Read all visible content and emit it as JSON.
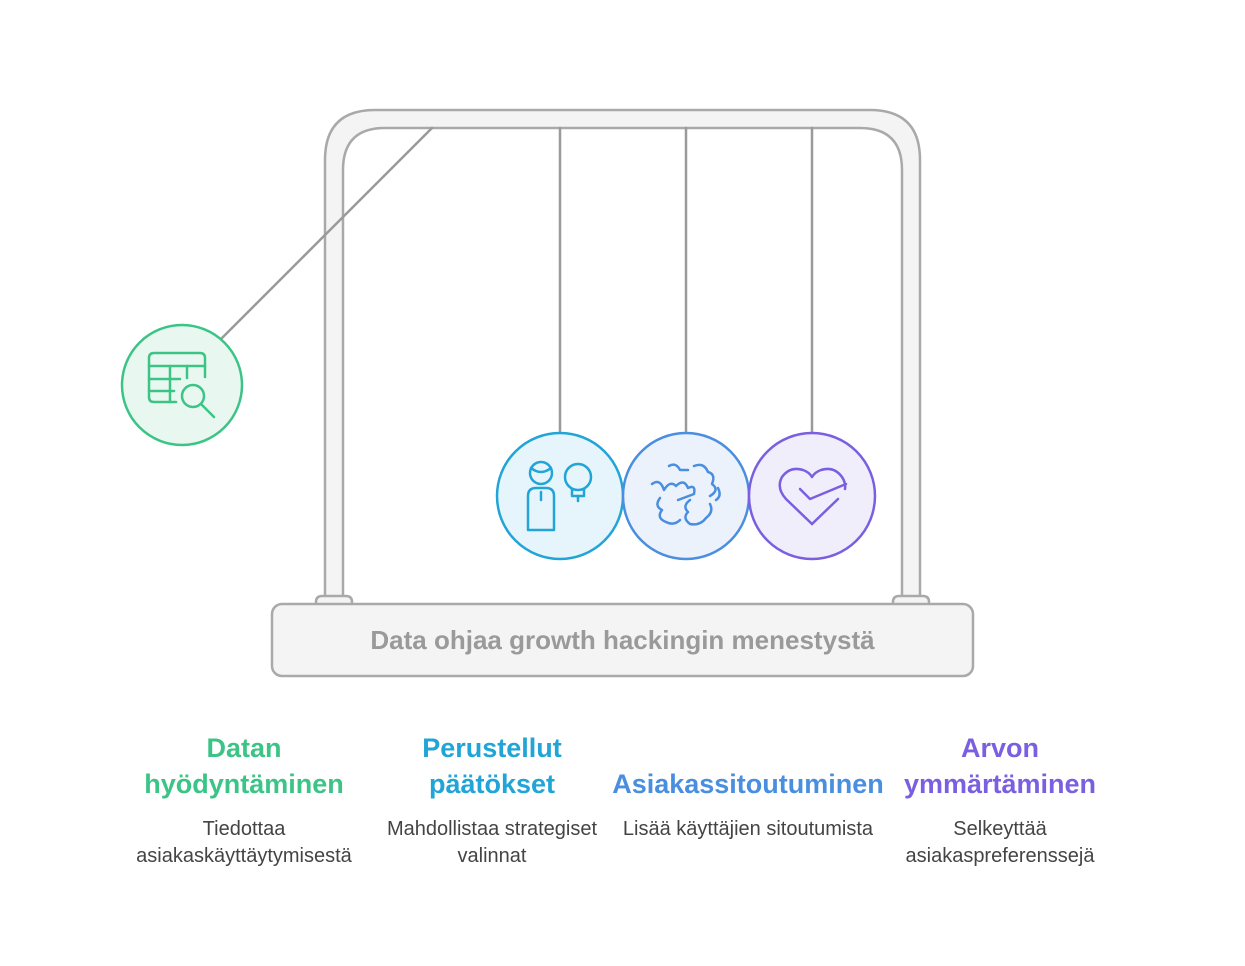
{
  "base_label": "Data ohjaa growth hackingin menestystä",
  "items": [
    {
      "icon": "table-search-icon",
      "color": "#3cc487",
      "fill": "#e8f8f0",
      "title": "Datan hyödyntäminen",
      "description": "Tiedottaa asiakaskäyttäytymisestä"
    },
    {
      "icon": "person-idea-icon",
      "color": "#21a4d6",
      "fill": "#e6f5fb",
      "title": "Perustellut päätökset",
      "description": "Mahdollistaa strategiset valinnat"
    },
    {
      "icon": "handshake-icon",
      "color": "#4a8ee0",
      "fill": "#ecf2fb",
      "title": "Asiakassitoutuminen",
      "description": "Lisää käyttäjien sitoutumista"
    },
    {
      "icon": "heart-check-icon",
      "color": "#7a5fe0",
      "fill": "#f1eefc",
      "title": "Arvon ymmärtäminen",
      "description": "Selkeyttää asiakaspreferenssejä"
    }
  ]
}
